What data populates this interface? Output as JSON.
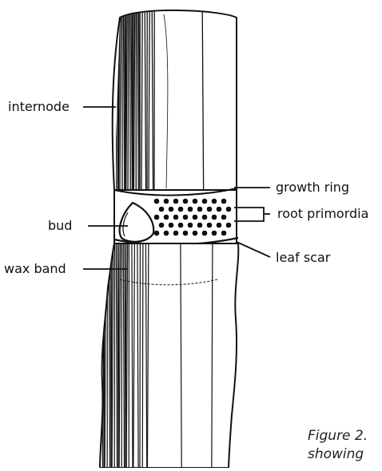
{
  "labels": {
    "internode": "internode",
    "growth_ring": "growth ring",
    "bud": "bud",
    "root_primordia": "root primordia",
    "wax_band": "wax band",
    "leaf_scar": "leaf scar"
  },
  "caption": {
    "line1": "Figure 2.",
    "line2": "showing"
  },
  "colors": {
    "ink": "#111111",
    "paper": "#ffffff"
  }
}
